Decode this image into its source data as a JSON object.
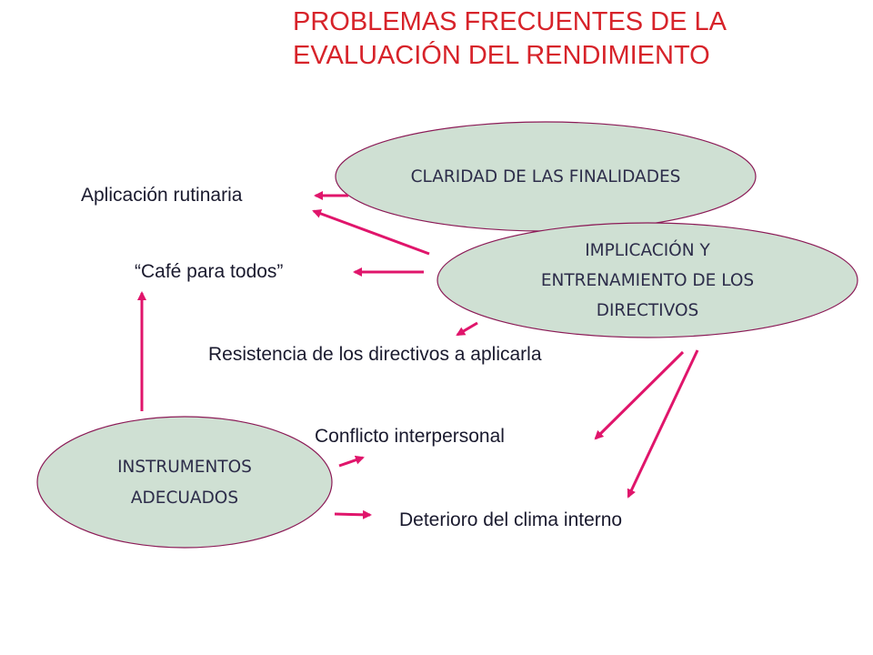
{
  "title": {
    "line1": "PROBLEMAS FRECUENTES DE LA",
    "line2": "EVALUACIÓN DEL RENDIMIENTO"
  },
  "ellipses": {
    "claridad": {
      "lines": [
        "CLARIDAD DE LAS FINALIDADES"
      ]
    },
    "implicacion": {
      "lines": [
        "IMPLICACIÓN Y",
        "ENTRENAMIENTO DE LOS",
        "DIRECTIVOS"
      ]
    },
    "instrumentos": {
      "lines": [
        "INSTRUMENTOS",
        "ADECUADOS"
      ]
    }
  },
  "problems": {
    "aplicacion": "Aplicación rutinaria",
    "cafe": "“Café para todos”",
    "resistencia": "Resistencia de los directivos a aplicarla",
    "conflicto": "Conflicto interpersonal",
    "deterioro": "Deterioro del clima interno"
  },
  "colors": {
    "title": "#d7232a",
    "arrow": "#e0156b",
    "ellipse_fill": "#cfe0d3",
    "ellipse_stroke": "#8b1a56"
  }
}
